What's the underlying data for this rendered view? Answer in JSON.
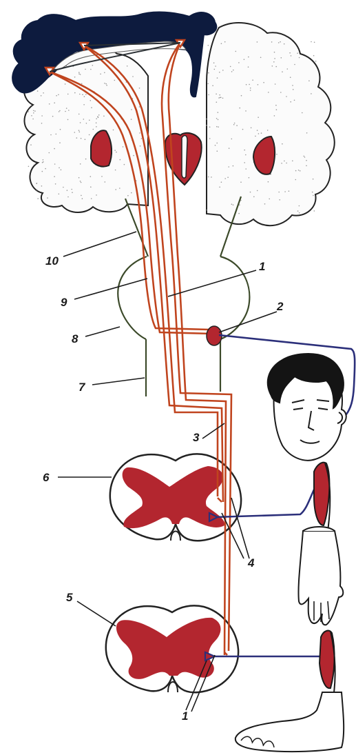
{
  "colors": {
    "tract": "#c0441e",
    "lower_neuron": "#2b2f7a",
    "gray_matter": "#b3262f",
    "cortex_dark": "#0d1b3e",
    "outline": "#222222",
    "brainstem_outline": "#3c4a2a",
    "paper": "#ffffff"
  },
  "icons": {
    "face": "face-icon",
    "hand": "hand-icon",
    "foot": "foot-icon"
  },
  "labels": {
    "l1_top": "1",
    "l2": "2",
    "l3": "3",
    "l4": "4",
    "l5": "5",
    "l6": "6",
    "l7": "7",
    "l8": "8",
    "l9": "9",
    "l10": "10",
    "l1_bottom": "1"
  }
}
